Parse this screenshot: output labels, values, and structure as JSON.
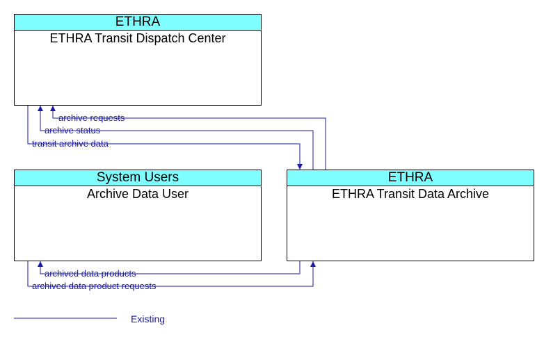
{
  "boxes": {
    "dispatch": {
      "owner": "ETHRA",
      "name": "ETHRA Transit Dispatch Center"
    },
    "users": {
      "owner": "System Users",
      "name": "Archive Data User"
    },
    "archive": {
      "owner": "ETHRA",
      "name": "ETHRA Transit Data Archive"
    }
  },
  "flows": {
    "archive_requests": "archive requests",
    "archive_status": "archive status",
    "transit_archive_data": "transit archive data",
    "archived_data_products": "archived data products",
    "archived_data_product_requests": "archived data product requests"
  },
  "legend": {
    "existing": "Existing"
  },
  "colors": {
    "header": "#7fffff",
    "flow": "#1a1aa6"
  }
}
